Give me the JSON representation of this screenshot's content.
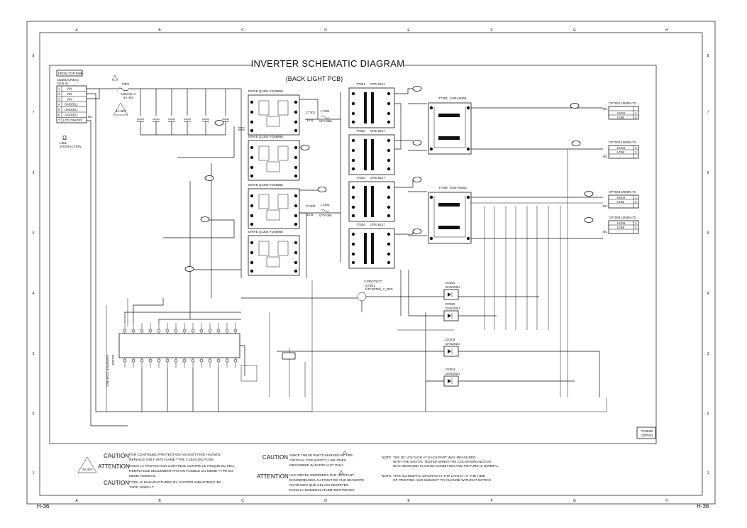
{
  "page": {
    "title": "INVERTER SCHEMATIC DIAGRAM",
    "subtitle": "(BACK LIGHT PCB)",
    "page_left": "H-36",
    "page_right": "H-36",
    "grid_columns": [
      "A",
      "B",
      "C",
      "D",
      "E",
      "F",
      "G",
      "H"
    ],
    "grid_rows": [
      "8",
      "7",
      "6",
      "5",
      "4",
      "3",
      "2",
      "1"
    ]
  },
  "labels": {
    "from_top": "FROM TOP PWB",
    "connector": "CN301(CP301)",
    "connector_sub": "1(0.6-4)",
    "pins": [
      "VIN",
      "VIN",
      "VIN",
      "GND(BL)",
      "GND(BL)",
      "GND(BL)",
      "LCD ON/OFF"
    ],
    "pin_nc": "NC",
    "fuse": "F301",
    "fuse_value": "125V/4A-1",
    "fuse_value2": "4A 40V",
    "warn_triangle": "4A 40V",
    "inductor": "L302",
    "inductor_value": "INTERACTION",
    "pcb_ref": "PCB000",
    "pcb_ref2": "CBP301"
  },
  "ics": {
    "q1": "DRIVE Q1301 FDS8858",
    "q2": "DRIVE Q1302 FDS8858",
    "q3": "DRIVE Q1303 FDS8858",
    "q4": "DRIVE Q1304 FDS8858",
    "controller": "INVERTER CONTROL",
    "controller_ref": "IC1301",
    "protect": "V.PROTECT",
    "protect_ref": "Q7301",
    "protect_part": "KTC3875S_Y_RTK"
  },
  "transformers": {
    "t1": "T7301",
    "t2": "T7302",
    "t3": "T7303",
    "t4": "T7304",
    "part": "CPE-6217",
    "balancer1": "T7305",
    "balancer2": "T7306",
    "balancer_part": "KSR-H0251"
  },
  "outputs": {
    "cn1": "CP7001 1R00N-70",
    "cn2": "CP7002 1R00N-70",
    "cn3": "CP7003 1R00N-70",
    "cn4": "CP7004 1R00N-70",
    "high": "HIGH",
    "low": "LOW",
    "nc": "NC"
  },
  "diodes": {
    "d1": "D7301",
    "d2": "D7302",
    "d3": "D7303",
    "d4": "D7304",
    "part": "DAN202U"
  },
  "notes": {
    "caution1_head": "CAUTION",
    "caution1_l1": "FOR CONTINUED PROTECTION AGAINST FIRE HAZARD,",
    "caution1_l2": "REPLACE ONLY WITH SAME TYPE 3.15A/125V FUSE",
    "attention1_head": "ATTENTION",
    "attention1_l1": "POUR LA PROTECTION CONTINUE CONTRE LE RISQUE DU FEU,",
    "attention1_l2": "REMPLACEZ SEULEMENT PAR UN FUSIBLE DU MEME TYPE DU",
    "attention1_l3": "MEME NOMINAL",
    "caution2_head": "CAUTION",
    "caution2_l1": "F7301 IS MANUFACTURED BY COOPER INDUSTRIES INC,",
    "caution2_l2": "TYPE 1206FA-T.",
    "caution3_head": "CAUTION",
    "caution3_l1": "SINCE THESE PARTS MARKED BY  ARE",
    "caution3_l2": "CRITICAL FOR SAFETY, USE ONES",
    "caution3_l3": "DESCRIBED IN PARTS LIST ONLY .",
    "attention2_head": "ATTENTION",
    "attention2_l1": "LES PIECES REPEREES PAR UN  ETANT",
    "attention2_l2": "DANGEREUSES AU POINT DE VUE SECURITE",
    "attention2_l3": "N'UTILISER QUE CELLES DECRITES",
    "attention2_l4": "DANS LA NOMENCLATURE DES PIECES.",
    "note1_l1": "NOTE: THE DC VOLTAGE AT EACH PART WAS MEASURED",
    "note1_l2": "WITH THE DIGITAL TESTER WHEN THE COLOR BROADCAST",
    "note1_l3": "WAS RECEIVED IN GOOD CONDITION AND PICTURE IS NORMAL.",
    "note2_l1": "NOTE: THIS SCHEMATIC DIAGRAM IS THE LATEST AT THE TIME",
    "note2_l2": "OF PRINTING AND SUBJECT TO CHANGE WITHOUT NOTICE."
  }
}
